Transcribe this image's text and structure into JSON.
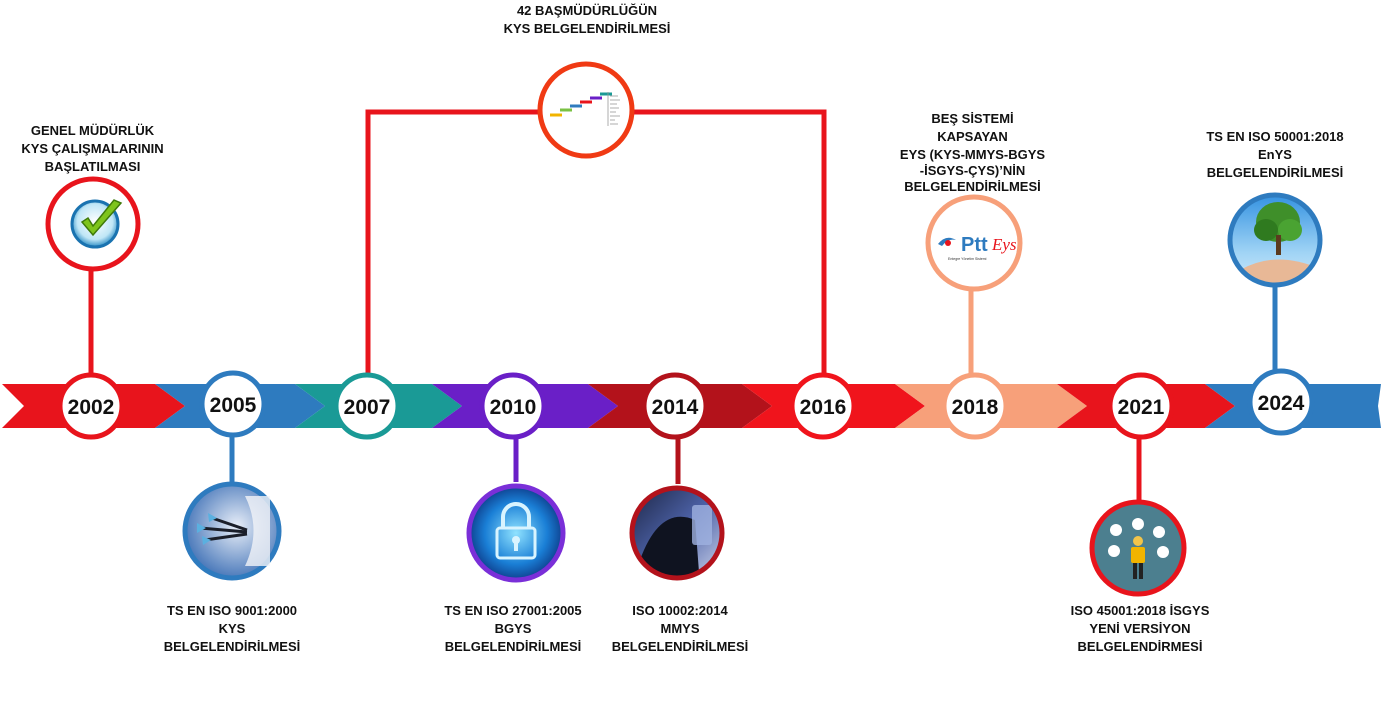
{
  "milestones": [
    {
      "year": "2002",
      "color": "#e8141c",
      "text": [
        "GENEL MÜDÜRLÜK",
        "KYS ÇALIŞMALARININ",
        "BAŞLATILMASI"
      ],
      "icon": "checkmark-icon"
    },
    {
      "year": "2005",
      "color": "#2e7bbf",
      "text": [
        "TS EN ISO 9001:2000",
        "KYS",
        "BELGELENDİRİLMESİ"
      ],
      "icon": "target-arrows-icon"
    },
    {
      "year": "2007",
      "color": "#1a9a96",
      "text": [],
      "icon": ""
    },
    {
      "year": "2010",
      "color": "#6a1fc7",
      "text": [
        "TS EN ISO 27001:2005",
        "BGYS",
        "BELGELENDİRİLMESİ"
      ],
      "icon": "padlock-icon"
    },
    {
      "year": "2014",
      "color": "#b3121b",
      "text": [
        "ISO 10002:2014",
        "MMYS",
        "BELGELENDİRİLMESİ"
      ],
      "icon": "customer-service-icon"
    },
    {
      "year": "2016",
      "color": "#f0141c",
      "text": [],
      "icon": ""
    },
    {
      "year": "2018",
      "color": "#f7a07a",
      "text": [
        "BEŞ SİSTEMİ",
        "KAPSAYAN",
        "EYS (KYS-MMYS-BGYS",
        "-İSGYS-ÇYS)’NİN",
        "BELGELENDİRİLMESİ"
      ],
      "icon": "ptteys-logo-icon",
      "logo_main": "Ptt",
      "logo_sub": "Eys",
      "logo_caption": "Entegre Yönetim Sistemi"
    },
    {
      "year": "2021",
      "color": "#e8141c",
      "text": [
        "ISO 45001:2018 İSGYS",
        "YENİ VERSİYON",
        "BELGELENDİRMESİ"
      ],
      "icon": "safety-worker-icon"
    },
    {
      "year": "2024",
      "color": "#2e7bbf",
      "text": [
        "TS EN ISO 50001:2018",
        "EnYS",
        "BELGELENDİRİLMESİ"
      ],
      "icon": "tree-in-hands-icon"
    }
  ],
  "bridge": {
    "color": "#e8141c",
    "text": [
      "42 BAŞMÜDÜRLÜĞÜN",
      "KYS BELGELENDİRİLMESİ"
    ],
    "icon": "staircase-chart-icon"
  },
  "arrow_colors": [
    "#e8141c",
    "#2e7bbf",
    "#1a9a96",
    "#6a1fc7",
    "#b3121b",
    "#f0141c",
    "#f7a07a",
    "#e8141c",
    "#2e7bbf"
  ]
}
